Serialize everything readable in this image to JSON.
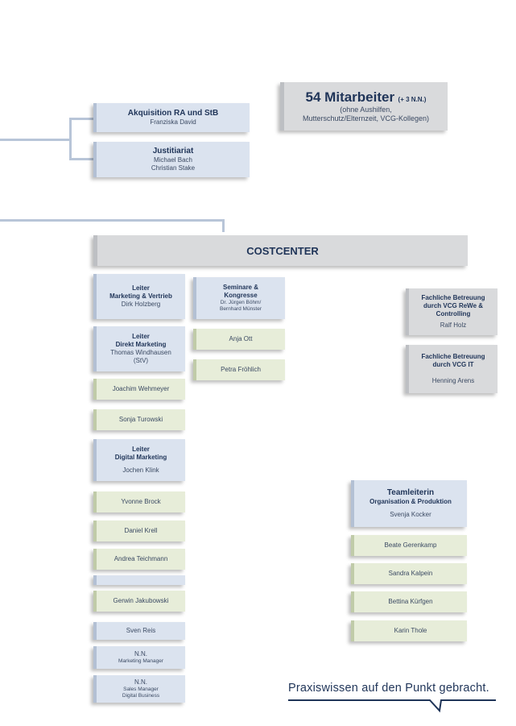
{
  "headcount": {
    "main": "54 Mitarbeiter",
    "extra": "(+ 3 N.N.)",
    "note_line1": "(ohne Aushilfen,",
    "note_line2": "Mutterschutz/Elternzeit, VCG-Kollegen)"
  },
  "top_boxes": [
    {
      "title": "Akquisition RA und StB",
      "names": [
        "Franziska David"
      ]
    },
    {
      "title": "Justitiariat",
      "names": [
        "Michael Bach",
        "Christian Stake"
      ]
    }
  ],
  "costcenter": {
    "label": "COSTCENTER"
  },
  "col1": {
    "leiter_mv": {
      "title_line1": "Leiter",
      "title_line2": "Marketing & Vertrieb",
      "name": "Dirk Holzberg"
    },
    "leiter_dm": {
      "title_line1": "Leiter",
      "title_line2": "Direkt Marketing",
      "name_line1": "Thomas Windhausen",
      "name_line2": "(StV)"
    },
    "staff1": [
      "Joachim Wehmeyer",
      "Sonja Turowski"
    ],
    "leiter_dig": {
      "title_line1": "Leiter",
      "title_line2": "Digital Marketing",
      "name": "Jochen Klink"
    },
    "staff2": [
      "Yvonne Brock",
      "Daniel Krell",
      "Andrea Teichmann",
      "",
      "Gerwin Jakubowski",
      "Sven Reis"
    ],
    "nn1": {
      "name": "N.N.",
      "role": "Marketing Manager"
    },
    "nn2": {
      "name": "N.N.",
      "role_line1": "Sales Manager",
      "role_line2": "Digital Business"
    }
  },
  "col2": {
    "seminare": {
      "title_line1": "Seminare &",
      "title_line2": "Kongresse",
      "names_line1": "Dr. Jürgen Böhm/",
      "names_line2": "Bernhard Münster"
    },
    "staff": [
      "Anja Ott",
      "Petra Fröhlich"
    ]
  },
  "col3": {
    "rewe": {
      "title_line1": "Fachliche Betreuung",
      "title_line2": "durch VCG ReWe &",
      "title_line3": "Controlling",
      "name": "Ralf Holz"
    },
    "it": {
      "title_line1": "Fachliche Betreuung",
      "title_line2": "durch VCG IT",
      "name": "Henning Arens"
    },
    "team": {
      "title_line1": "Teamleiterin",
      "title_line2": "Organisation & Produktion",
      "name": "Svenja Kocker"
    },
    "staff": [
      "Beate Gerenkamp",
      "Sandra Kalpein",
      "Bettina Kürfgen",
      "Karin Thole"
    ]
  },
  "slogan": "Praxiswissen auf den Punkt gebracht."
}
